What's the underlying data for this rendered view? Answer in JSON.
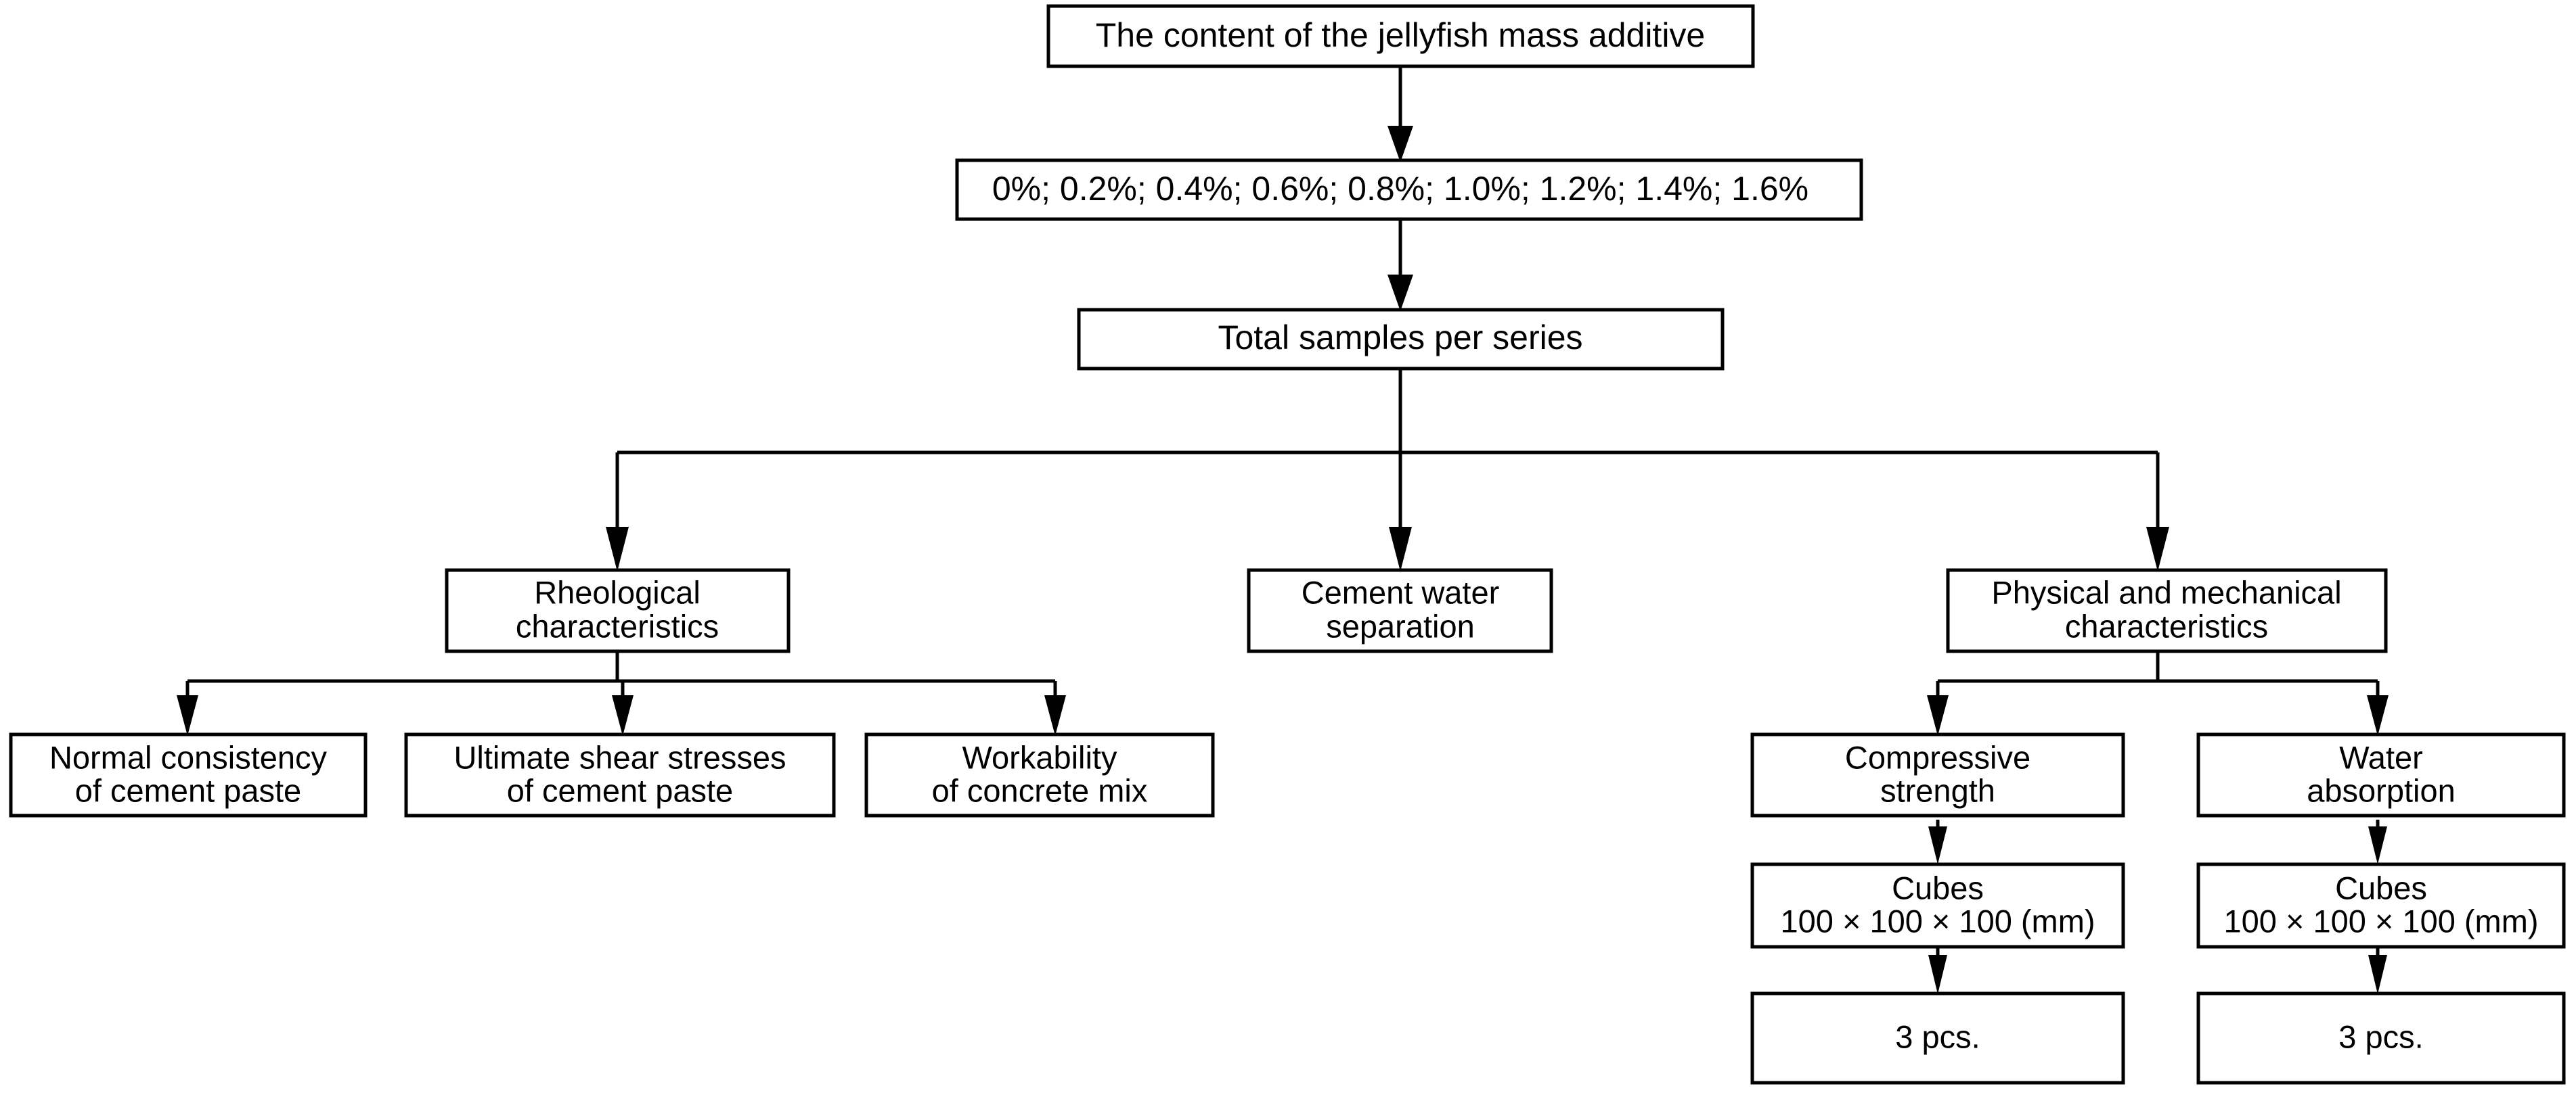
{
  "diagram": {
    "title": "Experimental program flowchart for jellyfish mass additive in cement and concrete",
    "background_color": "#ffffff",
    "line_color": "#000000",
    "text_color": "#000000",
    "box_fill": "#ffffff"
  },
  "nodes": {
    "additive_content": {
      "lines": [
        "The content of the jellyfish mass additive"
      ]
    },
    "dosages": {
      "lines": [
        "0%; 0.2%; 0.4%; 0.6%; 0.8%; 1.0%; 1.2%; 1.4%; 1.6%"
      ]
    },
    "total_samples": {
      "lines": [
        "Total samples per series"
      ]
    },
    "rheological": {
      "lines": [
        "Rheological",
        "characteristics"
      ]
    },
    "cement_water_separation": {
      "lines": [
        "Cement water",
        "separation"
      ]
    },
    "physical_mechanical": {
      "lines": [
        "Physical and mechanical",
        "characteristics"
      ]
    },
    "normal_consistency": {
      "lines": [
        "Normal consistency",
        "of cement paste"
      ]
    },
    "ultimate_shear": {
      "lines": [
        "Ultimate shear stresses",
        "of cement paste"
      ]
    },
    "workability": {
      "lines": [
        "Workability",
        "of concrete mix"
      ]
    },
    "compressive_strength": {
      "lines": [
        "Compressive",
        "strength"
      ]
    },
    "water_absorption": {
      "lines": [
        "Water",
        "absorption"
      ]
    },
    "cubes_strength": {
      "lines": [
        "Cubes",
        "100 × 100 × 100 (mm)"
      ]
    },
    "cubes_absorption": {
      "lines": [
        "Cubes",
        "100 × 100 × 100 (mm)"
      ]
    },
    "pcs_strength": {
      "lines": [
        "3 pcs."
      ]
    },
    "pcs_absorption": {
      "lines": [
        "3 pcs."
      ]
    }
  },
  "dosage_values": [
    "0%",
    "0.2%",
    "0.4%",
    "0.6%",
    "0.8%",
    "1.0%",
    "1.2%",
    "1.4%",
    "1.6%"
  ],
  "specimen_count": "3 pcs.",
  "specimen_dimensions": "100 × 100 × 100 (mm)"
}
